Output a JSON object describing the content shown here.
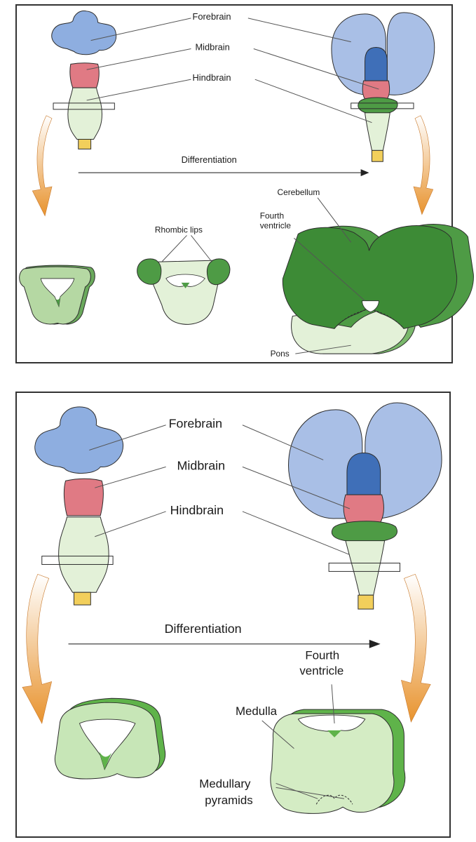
{
  "panel_top": {
    "forebrain": "Forebrain",
    "midbrain": "Midbrain",
    "hindbrain": "Hindbrain",
    "differentiation": "Differentiation",
    "cerebellum": "Cerebellum",
    "fourth_ventricle_line1": "Fourth",
    "fourth_ventricle_line2": "ventricle",
    "rhombic_lips": "Rhombic lips",
    "pons": "Pons"
  },
  "panel_bottom": {
    "forebrain": "Forebrain",
    "midbrain": "Midbrain",
    "hindbrain": "Hindbrain",
    "differentiation": "Differentiation",
    "fourth_ventricle_line1": "Fourth",
    "fourth_ventricle_line2": "ventricle",
    "medulla": "Medulla",
    "medullary_pyramids_line1": "Medullary",
    "medullary_pyramids_line2": "pyramids"
  },
  "colors": {
    "forebrain": "#8eaee0",
    "forebrain_dark": "#3f6fb8",
    "midbrain": "#e07a84",
    "hindbrain_light": "#e3f1d8",
    "hindbrain_dark": "#4e9b45",
    "cord_tip": "#f2cf5b",
    "arrow": "#e8932e"
  }
}
